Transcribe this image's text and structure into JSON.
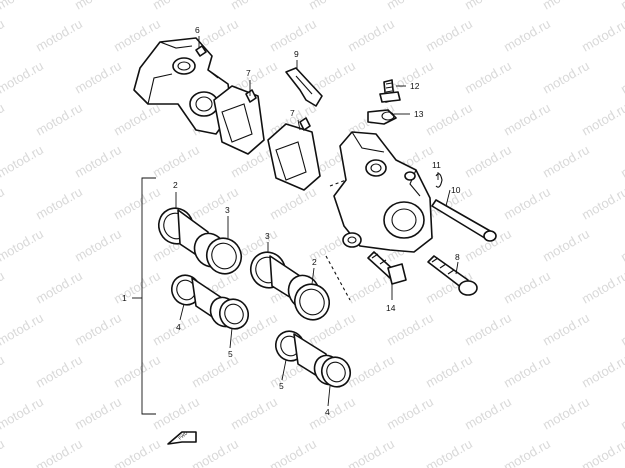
{
  "diagram": {
    "watermark_text": "motod.ru",
    "fwd_label": "FWD",
    "callouts": {
      "c1": "1",
      "c2a": "2",
      "c2b": "2",
      "c3a": "3",
      "c3b": "3",
      "c4a": "4",
      "c4b": "4",
      "c5a": "5",
      "c5b": "5",
      "c6": "6",
      "c7a": "7",
      "c7b": "7",
      "c8": "8",
      "c9": "9",
      "c10": "10",
      "c11": "11",
      "c12": "12",
      "c13": "13",
      "c14": "14"
    },
    "colors": {
      "line": "#111111",
      "background": "#ffffff",
      "watermark": "#d9d9d9"
    }
  }
}
